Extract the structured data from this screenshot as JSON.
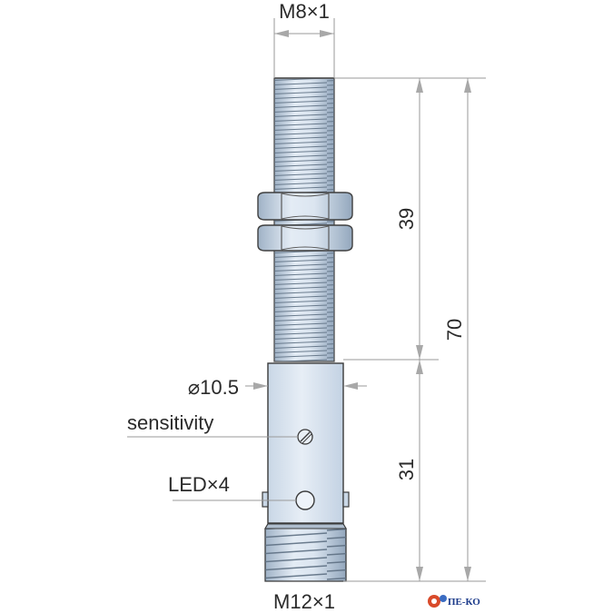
{
  "labels": {
    "thread_top": "M8×1",
    "thread_bottom": "M12×1",
    "diameter": "⌀10.5",
    "sensitivity": "sensitivity",
    "led": "LED×4"
  },
  "dimensions": {
    "upper_length": "39",
    "total_length": "70",
    "body_length": "31"
  },
  "logo": {
    "text": "ПЕ-КО"
  },
  "colors": {
    "body_light": "#dde7f2",
    "body_dark": "#8fa3ba",
    "line": "#3a3a3a",
    "dim_line": "#9a9a9a",
    "arrow": "#a8a8a8"
  }
}
